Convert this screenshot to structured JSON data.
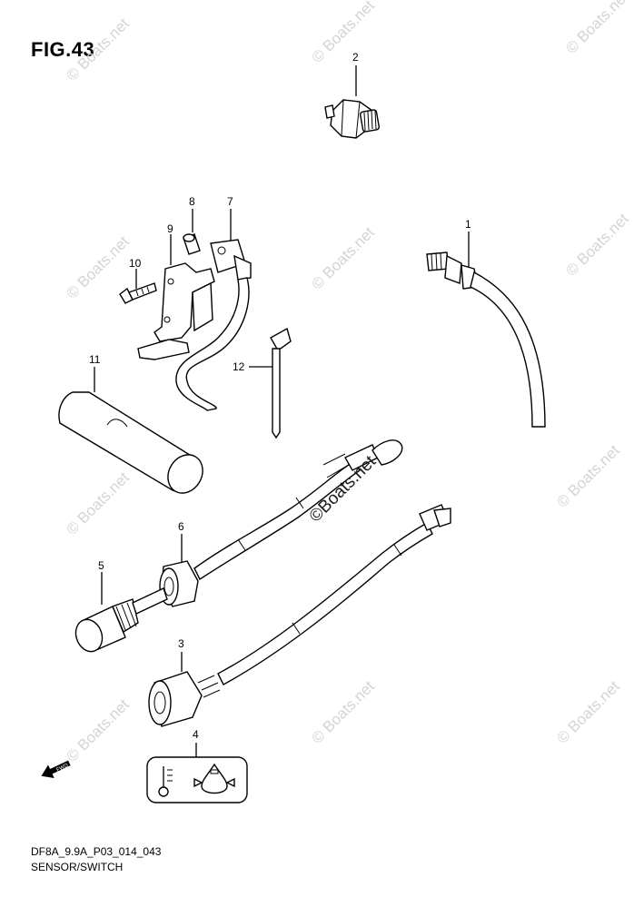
{
  "figure": {
    "title": "FIG.43",
    "drawing_code": "DF8A_9.9A_P03_014_043",
    "caption": "SENSOR/SWITCH"
  },
  "watermark": {
    "text": "© Boats.net",
    "overlay_text": "©Boats.net"
  },
  "parts": [
    {
      "callout": "1",
      "icon": "temperature-sensor-cable"
    },
    {
      "callout": "2",
      "icon": "oil-pressure-switch"
    },
    {
      "callout": "3",
      "icon": "grommet-with-harness"
    },
    {
      "callout": "4",
      "icon": "indicator-label-plate"
    },
    {
      "callout": "5",
      "icon": "switch-with-harness"
    },
    {
      "callout": "6",
      "icon": "grommet"
    },
    {
      "callout": "7",
      "icon": "sensor-with-lead"
    },
    {
      "callout": "8",
      "icon": "collar"
    },
    {
      "callout": "9",
      "icon": "bracket"
    },
    {
      "callout": "10",
      "icon": "bolt"
    },
    {
      "callout": "11",
      "icon": "protective-sleeve"
    },
    {
      "callout": "12",
      "icon": "cable-tie"
    }
  ],
  "fwd_label": "FWD"
}
